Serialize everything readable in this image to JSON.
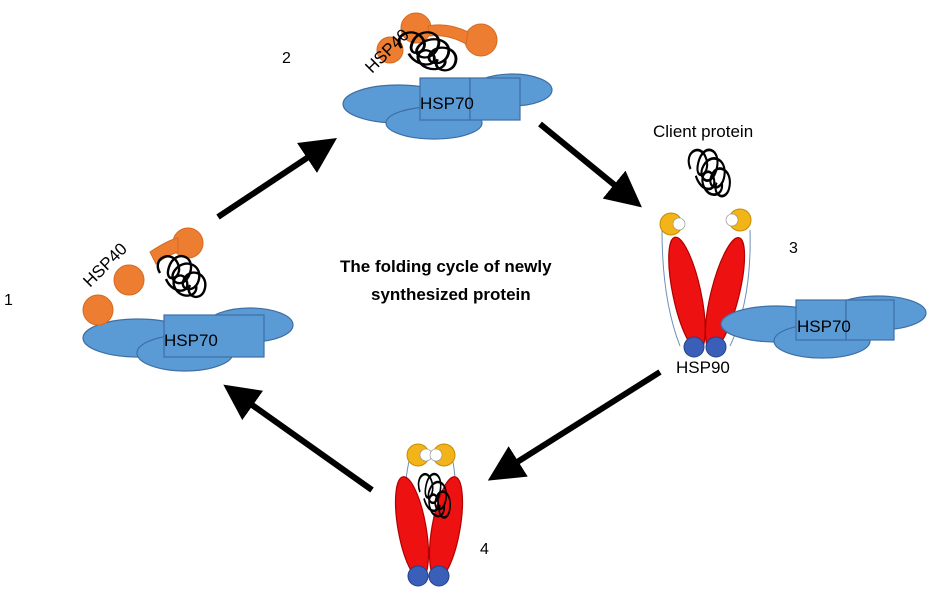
{
  "title": {
    "line1": "The folding cycle of newly",
    "line2": "synthesized protein"
  },
  "steps": [
    "1",
    "2",
    "3",
    "4"
  ],
  "labels": {
    "hsp40": "HSP40",
    "hsp70": "HSP70",
    "hsp90": "HSP90",
    "client_protein": "Client protein"
  },
  "colors": {
    "hsp70": "#5b9bd5",
    "hsp40": "#ed7d31",
    "hsp90_arm": "#ee1111",
    "hsp90_base": "#3a5fb8",
    "hsp90_cap": "#f2b418"
  }
}
